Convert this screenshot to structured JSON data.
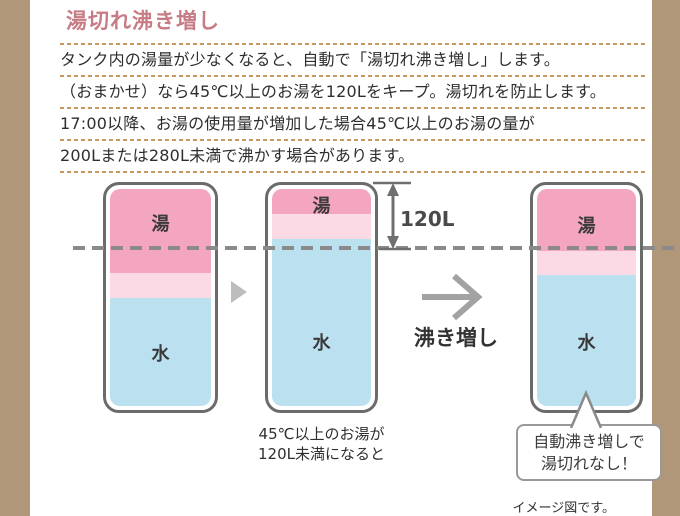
{
  "page": {
    "title": "湯切れ沸き増し",
    "body_lines": [
      "タンク内の湯量が少なくなると、自動で「湯切れ沸き増し」します。",
      "（おまかせ）なら45℃以上のお湯を120Lをキープ。湯切れを防止します。",
      "17:00以降、お湯の使用量が増加した場合45℃以上のお湯の量が",
      "200Lまたは280L未満で沸かす場合があります。"
    ],
    "footnote": "イメージ図です。"
  },
  "diagram": {
    "tanks": {
      "before": {
        "hot": "湯",
        "cold": "水"
      },
      "low": {
        "hot": "湯",
        "cold": "水"
      },
      "after": {
        "hot": "湯",
        "cold": "水"
      }
    },
    "measure_label": "120L",
    "arrow_label": "沸き増し",
    "low_caption_line1": "45℃以上のお湯が",
    "low_caption_line2": "120L未満になると",
    "callout_line1": "自動沸き増しで",
    "callout_line2": "湯切れなし！"
  },
  "colors": {
    "border_tan": "#b1977a",
    "separator_dash": "#c9995f",
    "title_pink": "#c77c85",
    "tank_hot_pink": "#f4a5c0",
    "tank_warm_pink": "#fbd9e5",
    "tank_cold_blue": "#bbe1f0",
    "tank_border_gray": "#6b6b6b",
    "level_line_gray": "#8a8a8a",
    "arrow_gray": "#a2a2a2"
  }
}
